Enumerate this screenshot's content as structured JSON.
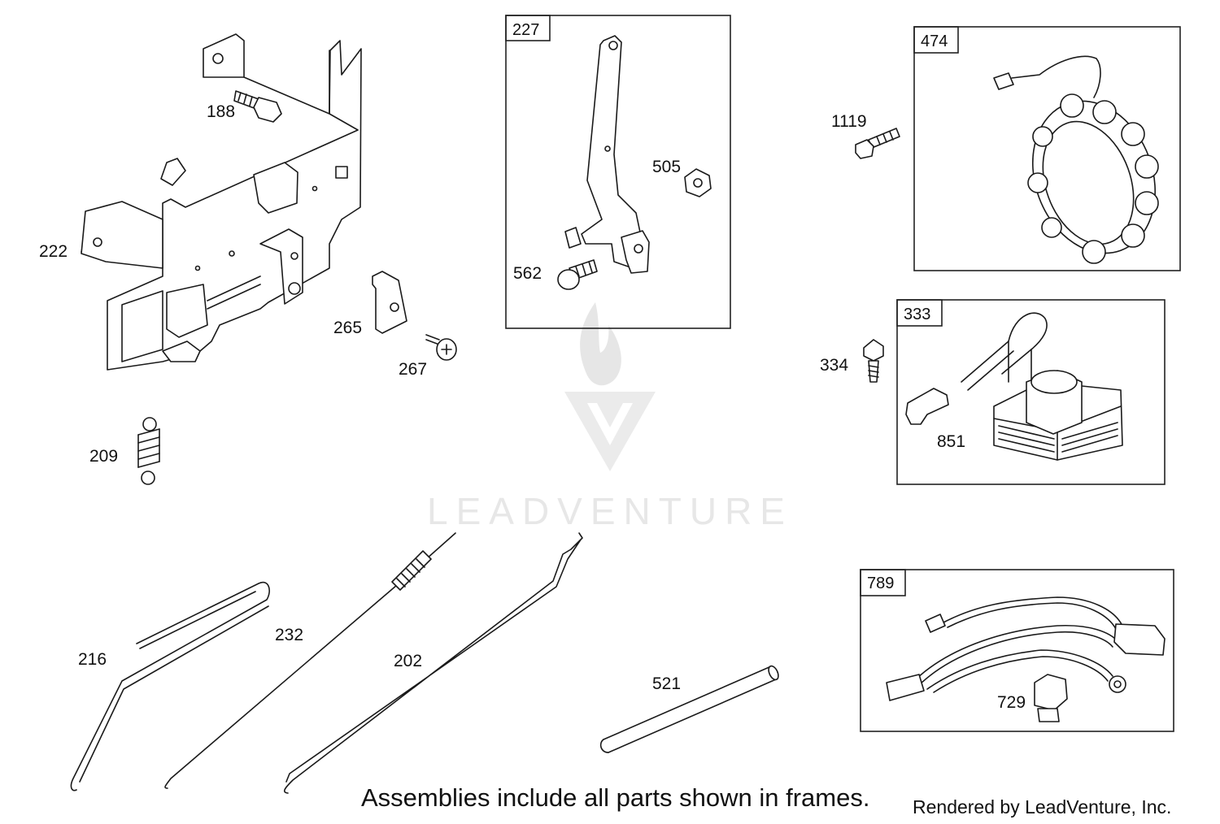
{
  "callouts": {
    "p188": "188",
    "p222": "222",
    "p265": "265",
    "p267": "267",
    "p209": "209",
    "p505": "505",
    "p562": "562",
    "p1119": "1119",
    "p334": "334",
    "p851": "851",
    "p216": "216",
    "p232": "232",
    "p202": "202",
    "p521": "521",
    "p729": "729"
  },
  "frames": {
    "f227": "227",
    "f474": "474",
    "f333": "333",
    "f789": "789"
  },
  "watermark": "LEADVENTURE",
  "caption": "Assemblies include all parts shown in frames.",
  "credit": "Rendered by LeadVenture, Inc."
}
